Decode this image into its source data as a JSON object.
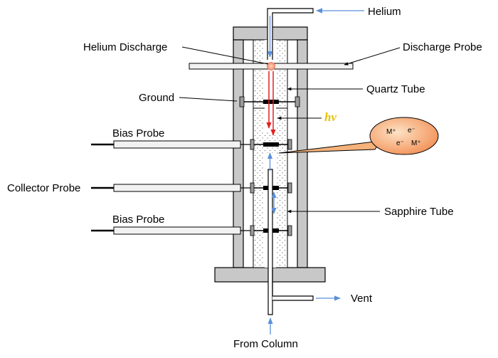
{
  "labels": {
    "helium": "Helium",
    "helium_discharge": "Helium Discharge",
    "discharge_probe": "Discharge Probe",
    "quartz_tube": "Quartz Tube",
    "ground": "Ground",
    "hv": "hν",
    "bias_probe_top": "Bias Probe",
    "collector_probe": "Collector Probe",
    "bias_probe_bottom": "Bias Probe",
    "sapphire_tube": "Sapphire Tube",
    "vent": "Vent",
    "from_column": "From Column"
  },
  "ions": {
    "m_plus_1": "M⁺",
    "e_minus_1": "e⁻",
    "e_minus_2": "e⁻",
    "m_plus_2": "M⁺"
  },
  "colors": {
    "flow_arrow": "#5b8fd9",
    "photon_arrow": "#e02020",
    "plasma_glow": "#f08a6a",
    "hv_text": "#e8c000",
    "housing_gray": "#c8c8c8",
    "probe_fill": "#f2f2f2"
  }
}
